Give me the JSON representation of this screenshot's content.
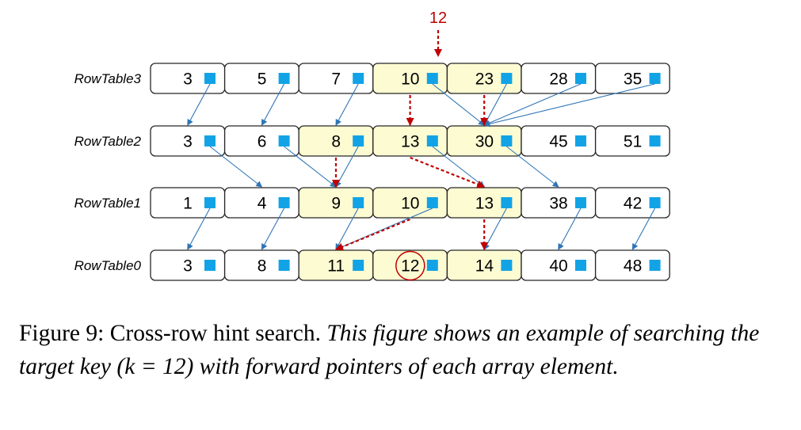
{
  "diagram": {
    "target_key": "12",
    "rows": [
      {
        "label": "RowTable3",
        "cells": [
          {
            "value": "3",
            "highlighted": false
          },
          {
            "value": "5",
            "highlighted": false
          },
          {
            "value": "7",
            "highlighted": false
          },
          {
            "value": "10",
            "highlighted": true
          },
          {
            "value": "23",
            "highlighted": true
          },
          {
            "value": "28",
            "highlighted": false
          },
          {
            "value": "35",
            "highlighted": false
          }
        ]
      },
      {
        "label": "RowTable2",
        "cells": [
          {
            "value": "3",
            "highlighted": false
          },
          {
            "value": "6",
            "highlighted": false
          },
          {
            "value": "8",
            "highlighted": true
          },
          {
            "value": "13",
            "highlighted": true
          },
          {
            "value": "30",
            "highlighted": true
          },
          {
            "value": "45",
            "highlighted": false
          },
          {
            "value": "51",
            "highlighted": false
          }
        ]
      },
      {
        "label": "RowTable1",
        "cells": [
          {
            "value": "1",
            "highlighted": false
          },
          {
            "value": "4",
            "highlighted": false
          },
          {
            "value": "9",
            "highlighted": true
          },
          {
            "value": "10",
            "highlighted": true
          },
          {
            "value": "13",
            "highlighted": true
          },
          {
            "value": "38",
            "highlighted": false
          },
          {
            "value": "42",
            "highlighted": false
          }
        ]
      },
      {
        "label": "RowTable0",
        "cells": [
          {
            "value": "3",
            "highlighted": false
          },
          {
            "value": "8",
            "highlighted": false
          },
          {
            "value": "11",
            "highlighted": true
          },
          {
            "value": "12",
            "highlighted": true,
            "circled": true
          },
          {
            "value": "14",
            "highlighted": true
          },
          {
            "value": "40",
            "highlighted": false
          },
          {
            "value": "48",
            "highlighted": false
          }
        ]
      }
    ],
    "forward_pointers": [
      {
        "from_row": 3,
        "from_col": 0,
        "to_row": 2,
        "to_col": 0
      },
      {
        "from_row": 3,
        "from_col": 1,
        "to_row": 2,
        "to_col": 1
      },
      {
        "from_row": 3,
        "from_col": 2,
        "to_row": 2,
        "to_col": 2
      },
      {
        "from_row": 3,
        "from_col": 3,
        "to_row": 2,
        "to_col": 4
      },
      {
        "from_row": 3,
        "from_col": 4,
        "to_row": 2,
        "to_col": 4
      },
      {
        "from_row": 3,
        "from_col": 5,
        "to_row": 2,
        "to_col": 4
      },
      {
        "from_row": 3,
        "from_col": 6,
        "to_row": 2,
        "to_col": 4
      },
      {
        "from_row": 2,
        "from_col": 0,
        "to_row": 1,
        "to_col": 1
      },
      {
        "from_row": 2,
        "from_col": 1,
        "to_row": 1,
        "to_col": 2
      },
      {
        "from_row": 2,
        "from_col": 2,
        "to_row": 1,
        "to_col": 2
      },
      {
        "from_row": 2,
        "from_col": 3,
        "to_row": 1,
        "to_col": 4
      },
      {
        "from_row": 2,
        "from_col": 4,
        "to_row": 1,
        "to_col": 5
      },
      {
        "from_row": 1,
        "from_col": 0,
        "to_row": 0,
        "to_col": 0
      },
      {
        "from_row": 1,
        "from_col": 1,
        "to_row": 0,
        "to_col": 1
      },
      {
        "from_row": 1,
        "from_col": 2,
        "to_row": 0,
        "to_col": 2
      },
      {
        "from_row": 1,
        "from_col": 3,
        "to_row": 0,
        "to_col": 2
      },
      {
        "from_row": 1,
        "from_col": 4,
        "to_row": 0,
        "to_col": 4
      },
      {
        "from_row": 1,
        "from_col": 5,
        "to_row": 0,
        "to_col": 5
      },
      {
        "from_row": 1,
        "from_col": 6,
        "to_row": 0,
        "to_col": 6
      }
    ],
    "search_path": [
      {
        "from_row": 3,
        "from_col": 3,
        "to_row": 2,
        "to_col": 3
      },
      {
        "from_row": 3,
        "from_col": 4,
        "to_row": 2,
        "to_col": 4
      },
      {
        "from_row": 2,
        "from_col": 2,
        "to_row": 1,
        "to_col": 2
      },
      {
        "from_row": 2,
        "from_col": 3,
        "to_row": 1,
        "to_col": 4
      },
      {
        "from_row": 1,
        "from_col": 3,
        "to_row": 0,
        "to_col": 2
      },
      {
        "from_row": 1,
        "from_col": 4,
        "to_row": 0,
        "to_col": 4
      }
    ],
    "colors": {
      "highlight_fill": "#fdfbd2",
      "pointer_square": "#12a3e6",
      "pointer_arrow": "#2e75b6",
      "search_arrow": "#c00000",
      "cell_border": "#262626"
    }
  },
  "caption": {
    "label": "Figure 9: Cross-row hint search.",
    "text": "This figure shows an example of searching the target key (k = 12) with forward pointers of each array element."
  }
}
